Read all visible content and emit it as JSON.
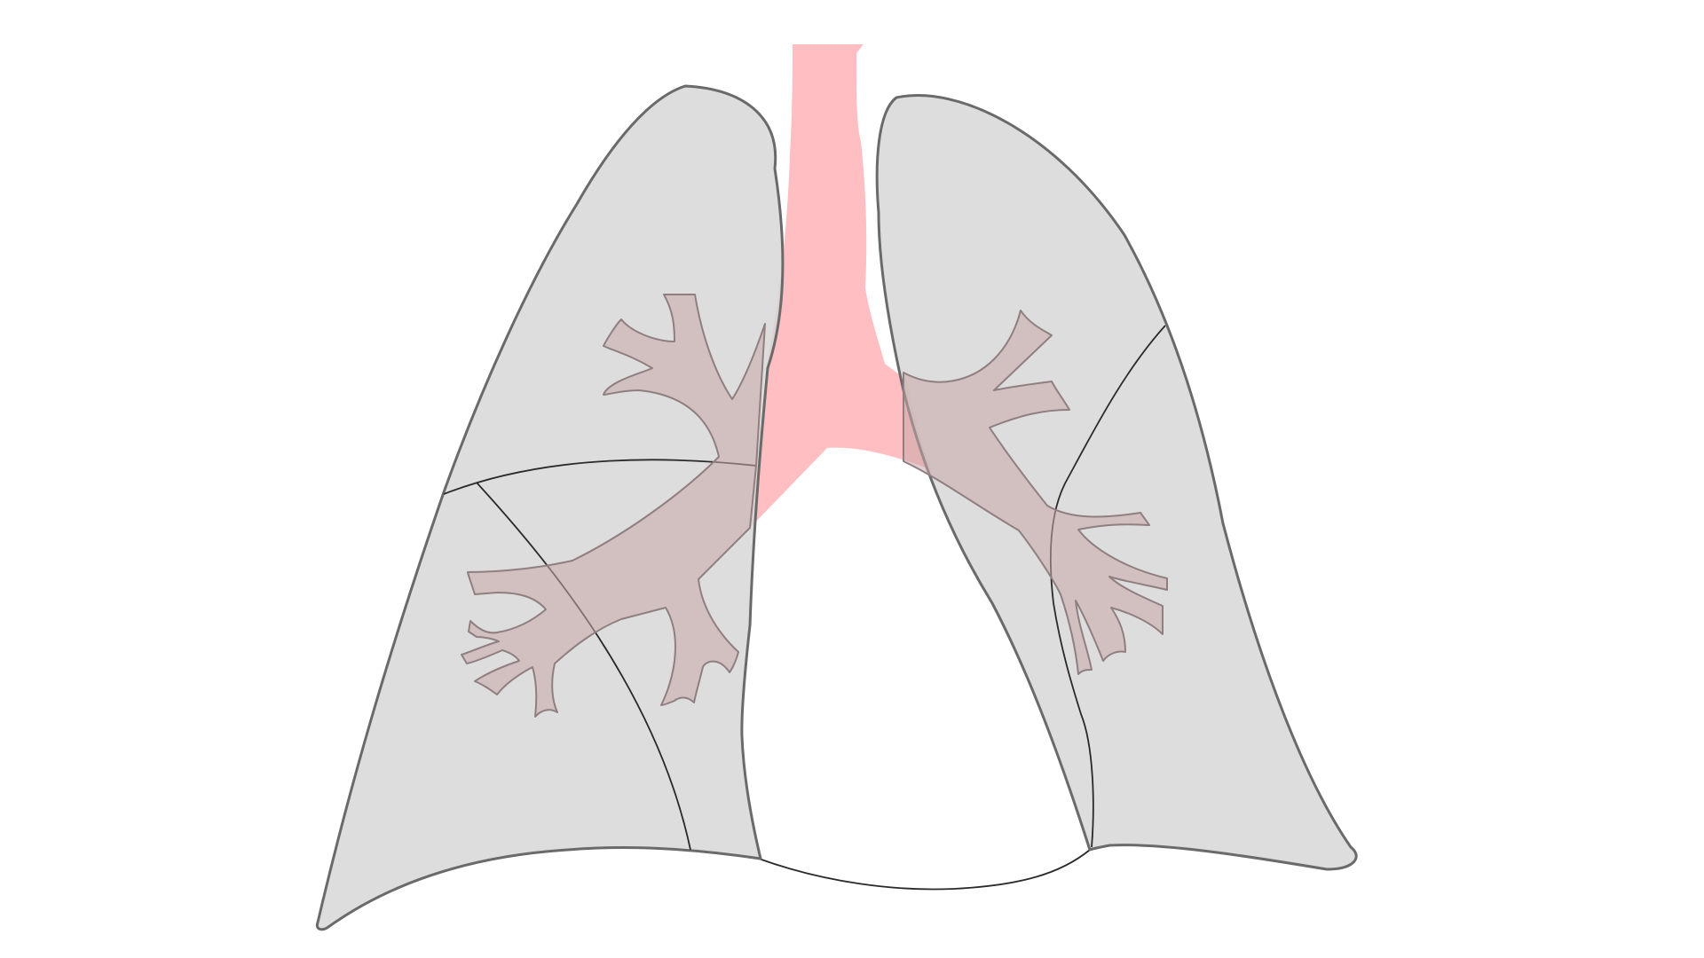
{
  "colors": {
    "background": "#ffffff",
    "lung_fill": "#d6d6d6",
    "lung_outline": "#6a6a6a",
    "fissure_line": "#2a2a2a",
    "trachea_fill": "#ffbfc2",
    "bronchi_fill": "#c9a7a9",
    "bronchi_stroke": "#8f7f80",
    "mediastinum_line": "#1a1a1a"
  },
  "structures": {
    "right_lung": "right-lung",
    "left_lung": "left-lung",
    "trachea": "trachea",
    "right_bronchial_tree": "right-bronchial-tree",
    "left_bronchial_tree": "left-bronchial-tree"
  }
}
